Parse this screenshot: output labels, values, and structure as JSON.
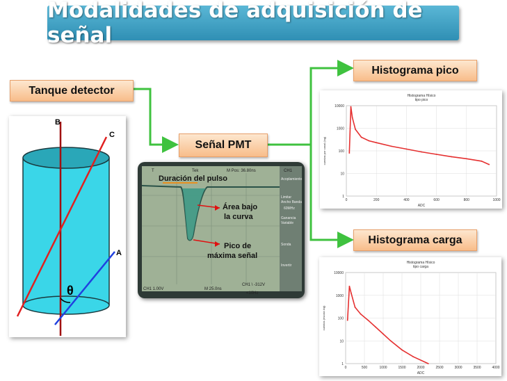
{
  "title": "Modalidades de adquisición de señal",
  "boxes": {
    "tanque": "Tanque detector",
    "pmt": "Señal PMT",
    "pico": "Histograma pico",
    "carga": "Histograma carga"
  },
  "tank": {
    "label_b": "B",
    "label_c": "C",
    "label_a": "A",
    "theta": "θ"
  },
  "scope": {
    "duracion": "Duración del pulso",
    "area_l1": "Área bajo",
    "area_l2": "la curva",
    "pico_l1": "Pico de",
    "pico_l2": "máxima señal",
    "top_t": "T",
    "top_tpos": "Tek",
    "top_mpos": "M Pos: 36.80ns",
    "top_ch": "CH1",
    "side_acop": "Acoplamiento",
    "side_limitar": "Limitar",
    "side_ancho": "Ancho Banda",
    "side_mhz": "60MHz",
    "side_ganancia": "Ganancia",
    "side_variable": "Variable",
    "side_sonda": "Sonda",
    "side_invertir": "Invertir",
    "bottom_ch1": "CH1 1.00V",
    "bottom_m": "M 25.0ns",
    "bottom_trig": "CH1 \\ -312V",
    "bottom_freq": "<10Hz"
  },
  "chart_data": [
    {
      "type": "line",
      "title": "Histograma Hísico",
      "subtitle": "tipo pico",
      "xlabel": "ADC",
      "ylabel": "cuentas por canal (log)",
      "xlim": [
        0,
        1000
      ],
      "ylim": [
        1,
        10000
      ],
      "yscale": "log",
      "xticks": [
        "0",
        "200",
        "400",
        "600",
        "800",
        "1000"
      ],
      "yticks": [
        "1",
        "10",
        "100",
        "1000",
        "10000"
      ],
      "grid": true,
      "x": [
        20,
        30,
        40,
        60,
        100,
        150,
        200,
        300,
        400,
        500,
        600,
        700,
        800,
        900,
        950
      ],
      "y": [
        80,
        9000,
        3000,
        900,
        400,
        280,
        230,
        160,
        120,
        90,
        70,
        55,
        45,
        35,
        25
      ],
      "color": "#e53030"
    },
    {
      "type": "line",
      "title": "Histograma Hísico",
      "subtitle": "tipo carga",
      "xlabel": "ADC",
      "ylabel": "cuentas (escala log)",
      "xlim": [
        0,
        4000
      ],
      "ylim": [
        1,
        10000
      ],
      "yscale": "log",
      "xticks": [
        "0",
        "500",
        "1000",
        "1500",
        "2000",
        "2500",
        "3000",
        "3500",
        "4000"
      ],
      "yticks": [
        "1",
        "10",
        "100",
        "1000",
        "10000"
      ],
      "grid": true,
      "x": [
        50,
        100,
        150,
        250,
        400,
        600,
        800,
        1000,
        1200,
        1500,
        1800,
        2200
      ],
      "y": [
        80,
        2500,
        1200,
        300,
        150,
        80,
        40,
        20,
        10,
        4,
        2,
        1
      ],
      "color": "#e53030"
    }
  ]
}
